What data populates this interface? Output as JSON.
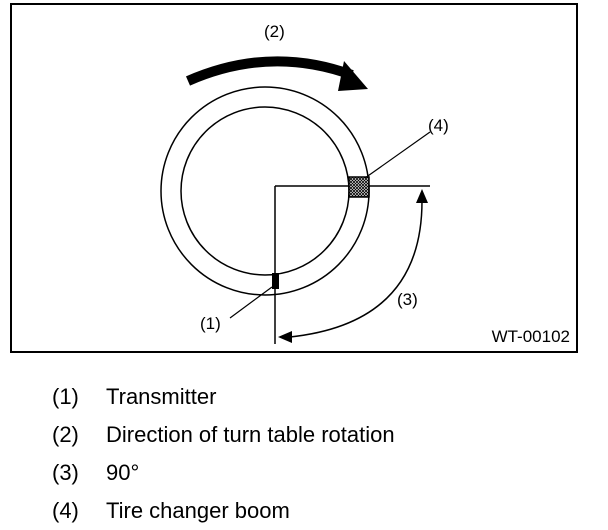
{
  "figure": {
    "id": "WT-00102",
    "callouts": {
      "transmitter": "(1)",
      "rotation": "(2)",
      "angle": "(3)",
      "boom": "(4)"
    },
    "colors": {
      "ink": "#000000",
      "background": "#ffffff"
    }
  },
  "legend": [
    {
      "num": "(1)",
      "text": "Transmitter"
    },
    {
      "num": "(2)",
      "text": "Direction of turn table rotation"
    },
    {
      "num": "(3)",
      "text": "90°"
    },
    {
      "num": "(4)",
      "text": "Tire changer boom"
    }
  ]
}
